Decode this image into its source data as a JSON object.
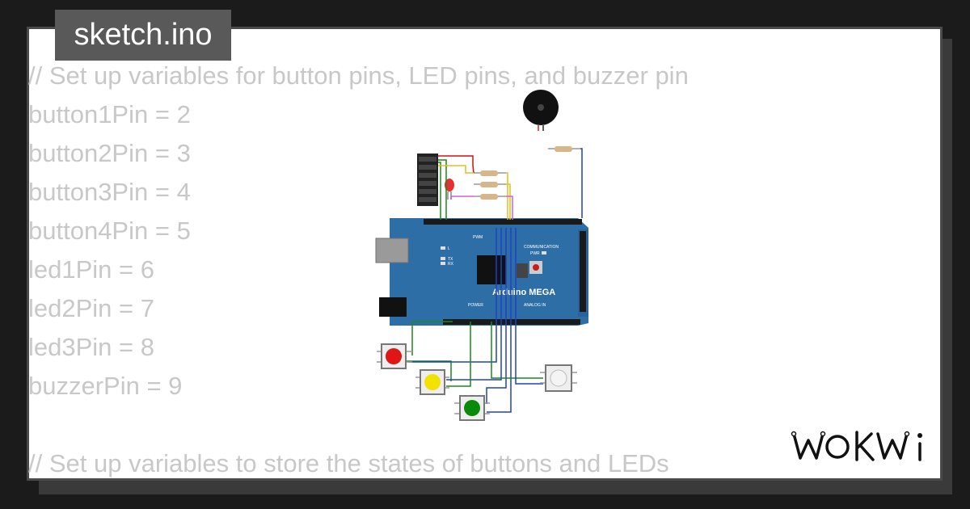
{
  "tab": {
    "filename": "sketch.ino"
  },
  "code_lines": [
    "// Set up variables for button pins, LED pins, and buzzer pin",
    "button1Pin = 2",
    "button2Pin = 3",
    "button3Pin = 4",
    "button4Pin = 5",
    "led1Pin = 6",
    "led2Pin = 7",
    "led3Pin = 8",
    "buzzerPin = 9",
    "",
    "// Set up variables to store the states of buttons and LEDs"
  ],
  "board": {
    "name": "Arduino MEGA",
    "labels": {
      "pwm": "PWM",
      "communication": "COMMUNICATION",
      "power": "POWER",
      "analog_in": "ANALOG IN",
      "led_l": "L",
      "led_tx": "TX",
      "led_rx": "RX",
      "pwr": "PWR"
    }
  },
  "components": {
    "buttons": [
      {
        "name": "red",
        "color": "#e01515"
      },
      {
        "name": "yellow",
        "color": "#f2e200"
      },
      {
        "name": "green",
        "color": "#0a8a0a"
      },
      {
        "name": "white",
        "color": "#f4f4f4"
      }
    ],
    "led_color": "#e83030",
    "buzzer_color": "#111111",
    "board_color": "#2e6ea6"
  },
  "brand": {
    "logo": "WOKWi"
  }
}
